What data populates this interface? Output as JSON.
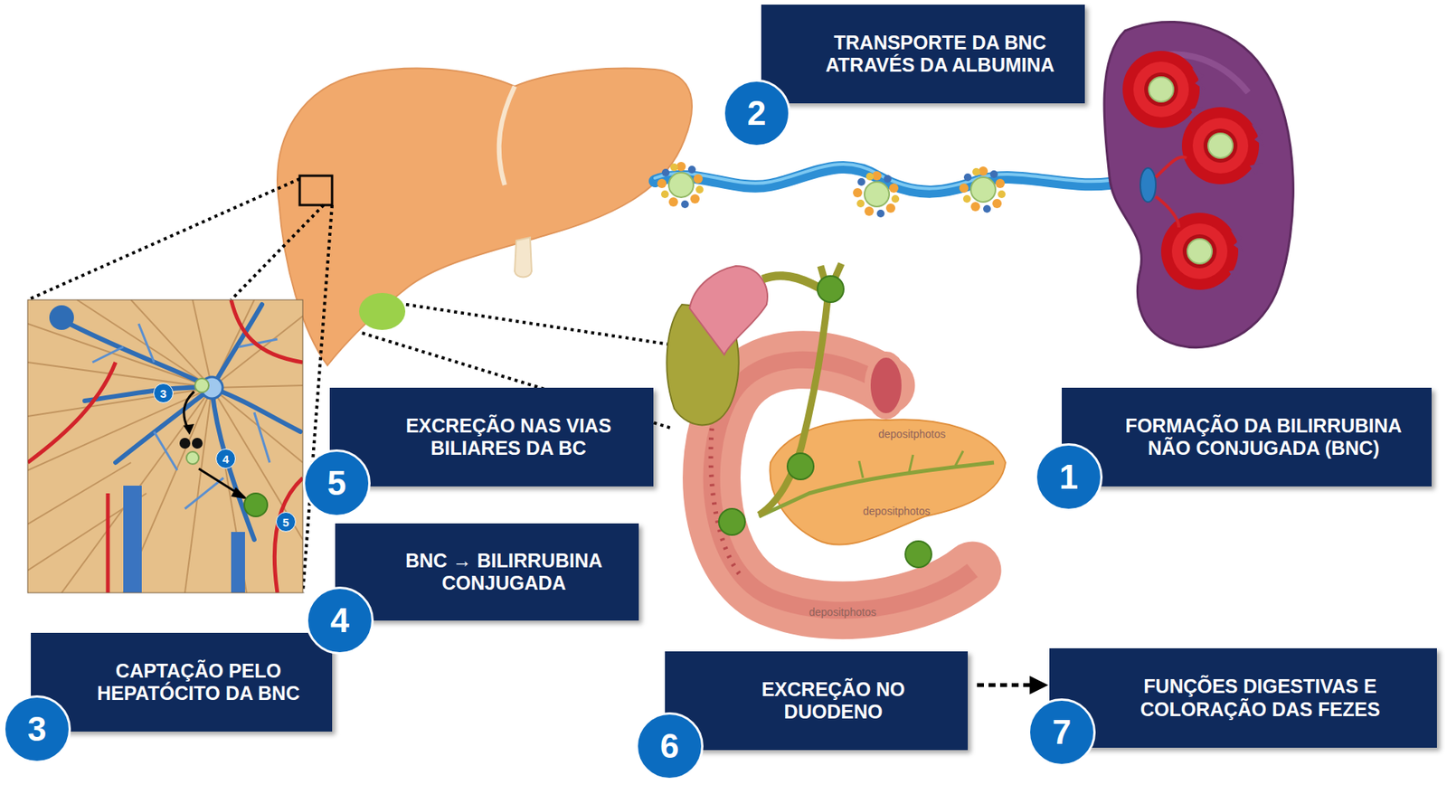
{
  "diagram": {
    "nodes": [
      {
        "text": [
          "TRANSPORTE DA BNC ATRAVÉS DA ALBUMINA",
          "2"
        ]
      },
      {
        "text": [
          "EXCREÇÃO NAS VIAS BILIARES DA BC",
          "5"
        ]
      },
      {
        "text": [
          "FORMAÇÃO DA BILIRRUBINA NÃO CONJUGADA (BNC)",
          "1"
        ]
      },
      {
        "text": [
          "BNC → BILIRRUBINA CONJUGADA",
          "4"
        ]
      },
      {
        "text": [
          "CAPTAÇÃO PELO HEPATÓCITO DA BNC",
          "3"
        ]
      },
      {
        "text": [
          "EXCREÇÃO NO DUODENO",
          "6"
        ]
      },
      {
        "text": [
          "FUNÇÕES DIGESTIVAS E COLORAÇÃO DAS FEZES",
          "7"
        ]
      }
    ],
    "edges": [
      {
        "from": 5,
        "to": 6,
        "arrow": "to"
      }
    ],
    "labels": [
      "3",
      "4",
      "5",
      "depositphotos",
      "depositphotos",
      "depositphotos"
    ]
  }
}
